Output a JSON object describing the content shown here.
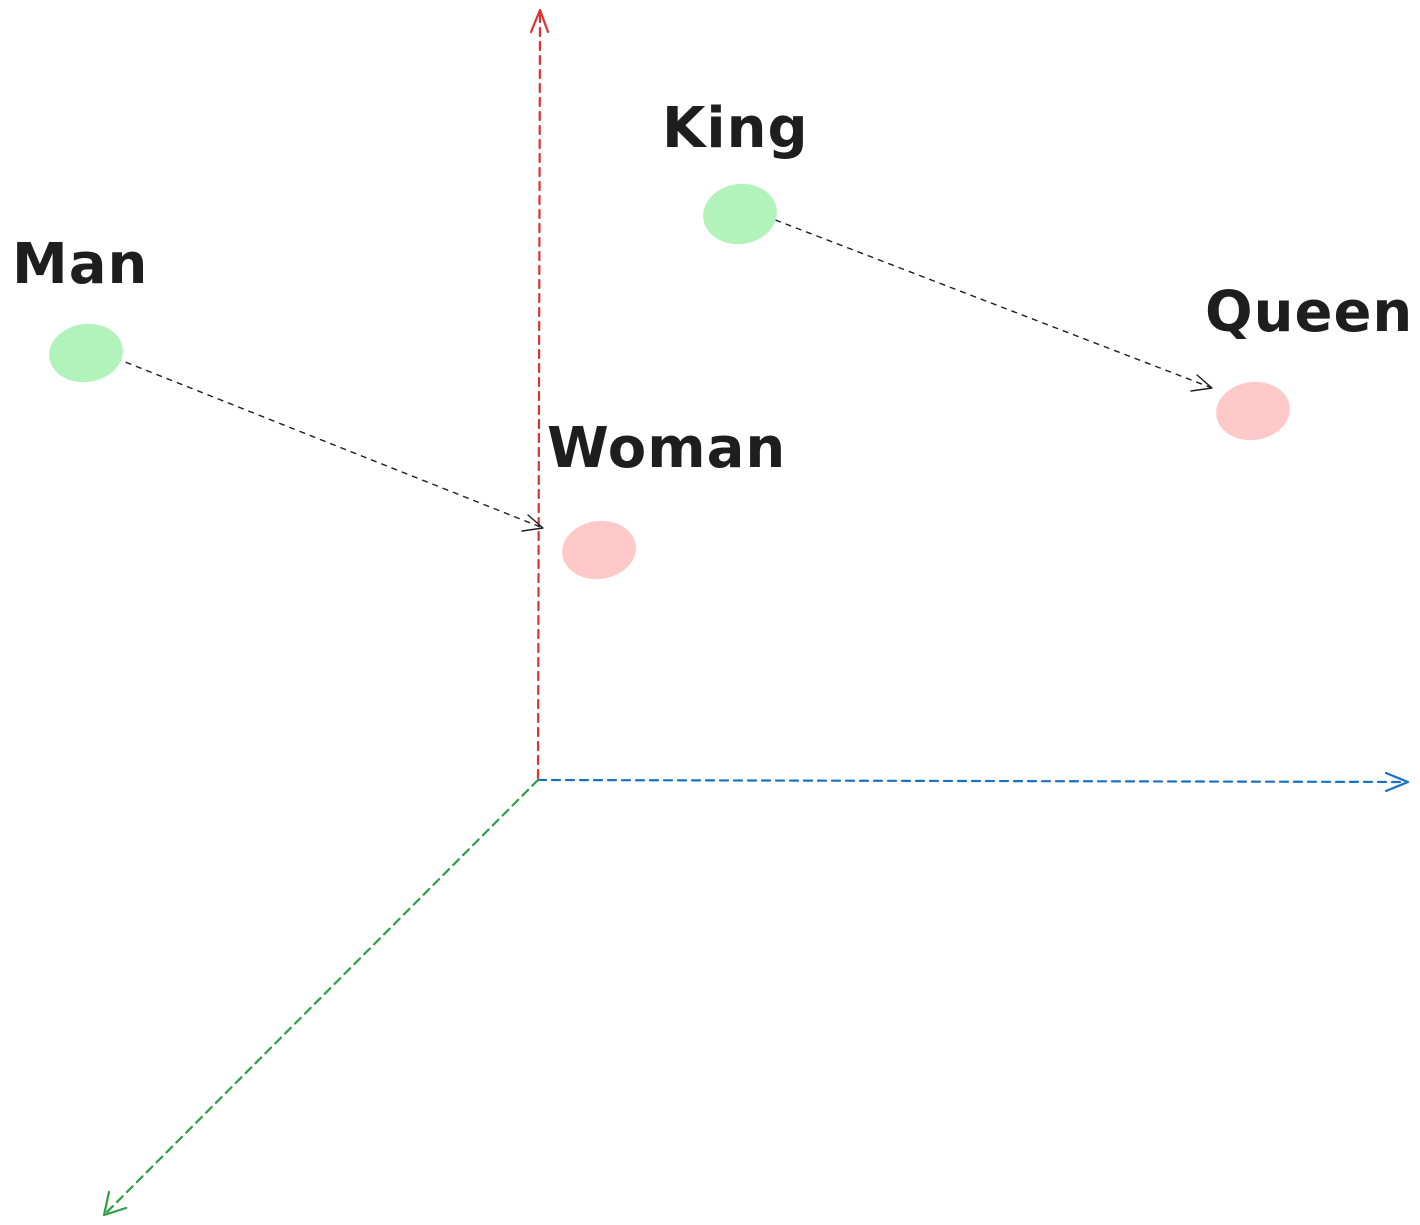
{
  "colors": {
    "vertical_axis": "#e03131",
    "horizontal_axis": "#1971c2",
    "depth_axis": "#2f9e44",
    "group_a": "#b2f2bb",
    "group_b": "#ffc9c9",
    "relation": "#1e1e1e",
    "text": "#1e1e1e"
  },
  "words": [
    {
      "id": "man",
      "label": "Man",
      "group": "group_a"
    },
    {
      "id": "woman",
      "label": "Woman",
      "group": "group_b"
    },
    {
      "id": "king",
      "label": "King",
      "group": "group_a"
    },
    {
      "id": "queen",
      "label": "Queen",
      "group": "group_b"
    }
  ],
  "relations": [
    {
      "from": "man",
      "to": "woman"
    },
    {
      "from": "king",
      "to": "queen"
    }
  ]
}
